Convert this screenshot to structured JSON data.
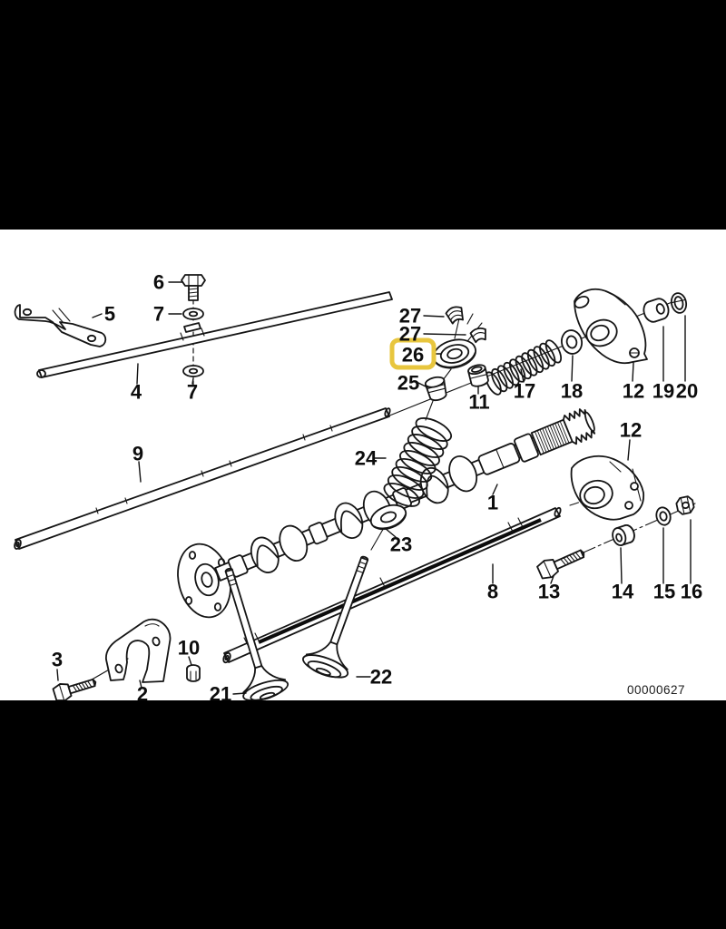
{
  "page": {
    "background": "#000000",
    "paper": "#ffffff",
    "ink": "#151515"
  },
  "highlight": {
    "color": "#e8c63e",
    "target_callout": "26"
  },
  "diagram_number": "00000627",
  "callouts": {
    "c1": "1",
    "c2": "2",
    "c3": "3",
    "c4": "4",
    "c5": "5",
    "c6": "6",
    "c7a": "7",
    "c7b": "7",
    "c8": "8",
    "c9": "9",
    "c10": "10",
    "c11": "11",
    "c12a": "12",
    "c12b": "12",
    "c13": "13",
    "c14": "14",
    "c15": "15",
    "c16": "16",
    "c17": "17",
    "c18": "18",
    "c19": "19",
    "c20": "20",
    "c21": "21",
    "c22": "22",
    "c23": "23",
    "c24": "24",
    "c25": "25",
    "c26": "26",
    "c27a": "27",
    "c27b": "27"
  }
}
